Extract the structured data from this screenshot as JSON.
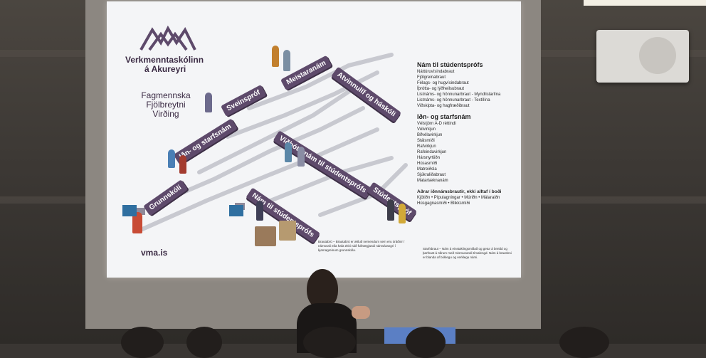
{
  "slide": {
    "school_name": "Verkmenntaskólinn",
    "school_city": "á Akureyri",
    "slogan": [
      "Fagmennska",
      "Fjölbreytni",
      "Virðing"
    ],
    "url": "vma.is"
  },
  "diagram_signs": [
    {
      "key": "grunnskoli",
      "label": "Grunnskóli"
    },
    {
      "key": "idn",
      "label": "Iðn- og starfsnám"
    },
    {
      "key": "sveinsprof",
      "label": "Sveinspróf"
    },
    {
      "key": "meistaranam",
      "label": "Meistaranám"
    },
    {
      "key": "atvinnulif",
      "label": "Atvinnulíf og háskóli"
    },
    {
      "key": "vidbotarnam",
      "label": "Viðbótarnám til stúdentsprófs"
    },
    {
      "key": "nam_stud",
      "label": "Nám til stúdentsprófs"
    },
    {
      "key": "studentsprof",
      "label": "Stúdentspróf"
    }
  ],
  "side_panel": {
    "section1_title": "Nám til stúdentsprófs",
    "section1_items": [
      "Náttúruvísindabraut",
      "Fjölgreinabraut",
      "Félags- og hugvísindabraut",
      "Íþrótta- og lýðheilsubraut",
      "Listnáms- og hönnunarbraut - Myndlistarlína",
      "Listnáms- og hönnunarbraut - Textílína",
      "Viðskipta- og hagfræðibraut"
    ],
    "section2_title": "Iðn- og starfsnám",
    "section2_items": [
      "Vélstjórn A-D réttindi",
      "Vélvirkjun",
      "Bifvélavirkjun",
      "Stálsmíði",
      "Rafvirkjun",
      "Rafeindavirkjun",
      "Hársnyrtiiðn",
      "Húsasmíði",
      "Matreiðsla",
      "Sjúkraliðabraut",
      "Matartæknanám"
    ],
    "section3_title": "Aðrar iðnnámsbrautir, ekki alltaf í boði",
    "section3_items": [
      "Kjötiðn • Pípulagningar • Múriðn • Málaraiðn",
      "Húsgagnasmíði • Blikksmíði"
    ]
  },
  "notes": {
    "brautabru": "Brautabrú – Brautabrú er ætluð nemendum sem eru óráðnir í námsvali eða hafa ekki náð fullnægjandi námsárangri í kjarnagreinum grunnskóla.",
    "starfsbraut": "Starfsbraut – Nám á einstaklingsmiðað og getur á breidd og þarfnast á öðrum með mismunandi tímalengd. Nám á brautinni er blanda af bóklegu og verklegu námi."
  },
  "colors": {
    "sign": "#5e4a6b",
    "text": "#3b2b44",
    "path": "#c8c9d0"
  }
}
